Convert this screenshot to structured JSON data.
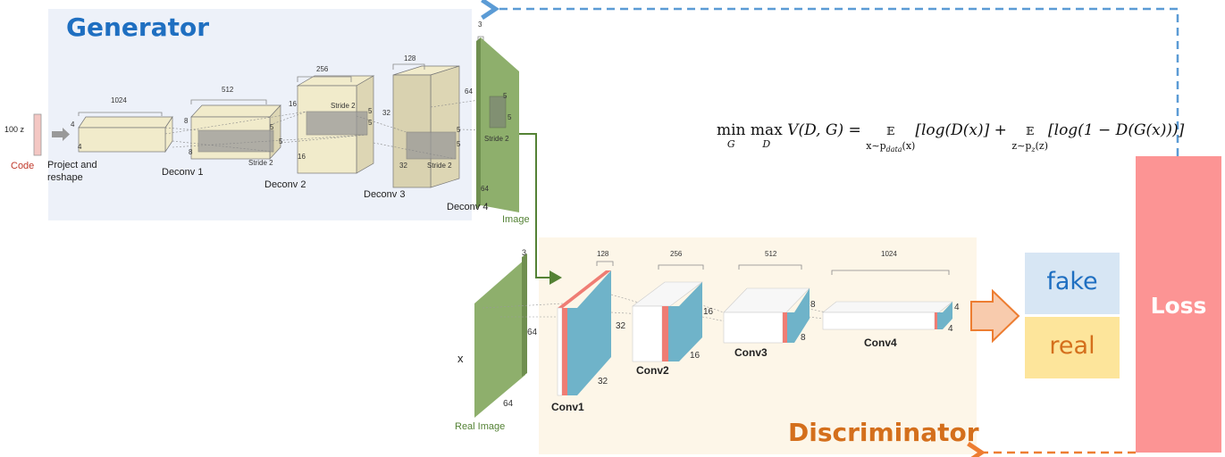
{
  "generator": {
    "title": "Generator",
    "code_size": "100 z",
    "code_label": "Code",
    "project_label_1": "Project and",
    "project_label_2": "reshape",
    "layers": [
      {
        "name": "Deconv 1",
        "depth": "1024",
        "size": "4",
        "size2": "4"
      },
      {
        "name": "Deconv 2",
        "depth": "512",
        "size": "8",
        "size2": "8",
        "stride": "Stride 2",
        "k": "5"
      },
      {
        "name": "Deconv 3",
        "depth": "256",
        "size": "16",
        "size2": "16",
        "stride": "Stride 2",
        "k": "5"
      },
      {
        "name": "Deconv 4",
        "depth": "128",
        "size": "32",
        "size2": "32",
        "stride": "Stride 2",
        "k": "5"
      }
    ],
    "image_channels": "3",
    "image_size": "64",
    "image_size2": "64",
    "image_stride": "Stride 2",
    "image_k": "5",
    "image_label": "Image"
  },
  "discriminator": {
    "title": "Discriminator",
    "x_label": "x",
    "real_image_label": "Real Image",
    "image_channels": "3",
    "image_size": "64",
    "image_size2": "64",
    "layers": [
      {
        "name": "Conv1",
        "depth": "128",
        "size": "32",
        "size2": "32"
      },
      {
        "name": "Conv2",
        "depth": "256",
        "size": "16",
        "size2": "16"
      },
      {
        "name": "Conv3",
        "depth": "512",
        "size": "8",
        "size2": "8"
      },
      {
        "name": "Conv4",
        "depth": "1024",
        "size": "4",
        "size2": "4"
      }
    ]
  },
  "outputs": {
    "fake": "fake",
    "real": "real"
  },
  "loss": {
    "label": "Loss"
  },
  "formula": {
    "min": "min",
    "min_sub": "G",
    "max": "max",
    "max_sub": "D",
    "body": "V(D, G) = ",
    "e1": "𝔼",
    "e1_sub": "x∼p",
    "e1_subsub": "data",
    "e1_tail": "(x)",
    "t1": "[log(D(x)] + ",
    "e2": "𝔼",
    "e2_sub": "z∼p",
    "e2_subsub": "z",
    "e2_tail": "(z)",
    "t2": "[log(1 − D(G(x)))]"
  },
  "colors": {
    "generator_panel": "#edf1f9",
    "discriminator_panel": "#fdf6e8",
    "generator_title": "#1f6fc1",
    "discriminator_title": "#d46f1c",
    "loss": "#fc9494",
    "fake_box": "#d7e6f4",
    "real_box": "#fde59b",
    "image_green": "#8eaf6c",
    "conv_blue": "#6fb3c9",
    "conv_red": "#ef7d74",
    "deconv_fill": "#f1ebcb"
  }
}
